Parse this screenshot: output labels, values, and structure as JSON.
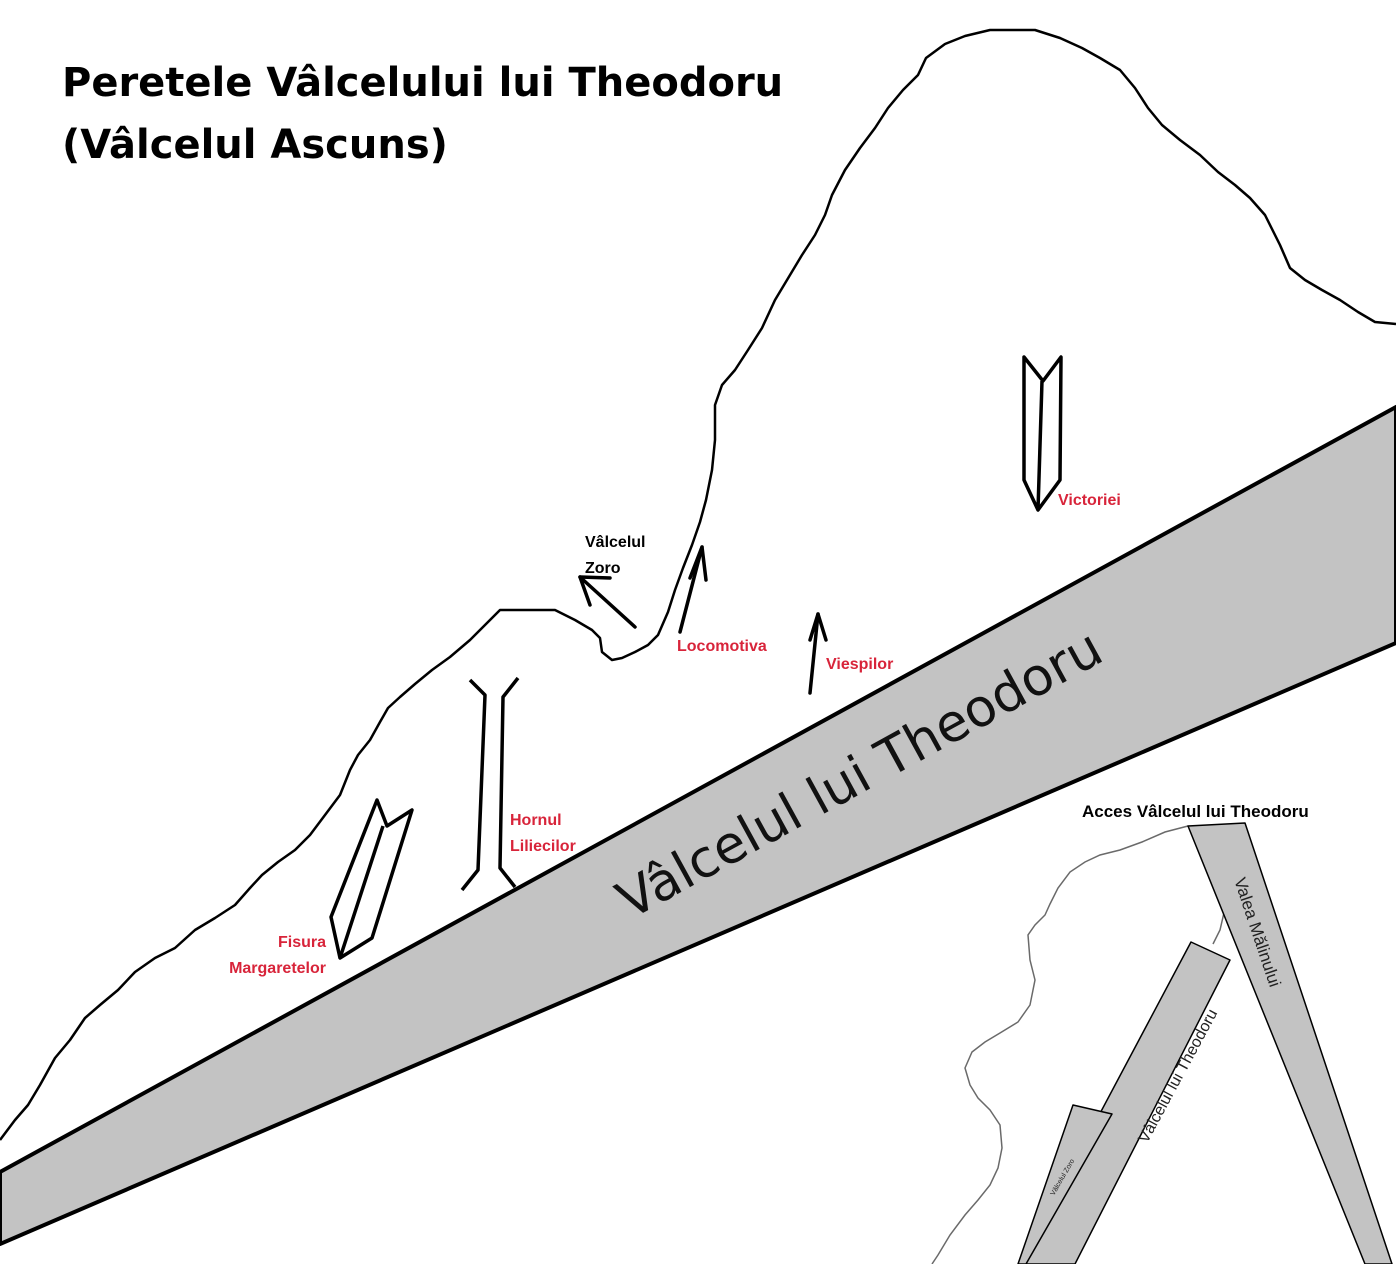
{
  "title_line1": "Peretele Vâlcelului lui Theodoru",
  "title_line2": "(Vâlcelul Ascuns)",
  "routes": {
    "zoro_line1": "Vâlcelul",
    "zoro_line2": "Zoro",
    "locomotiva": "Locomotiva",
    "viespilor": "Viespilor",
    "victoriei": "Victoriei",
    "hornul_line1": "Hornul",
    "hornul_line2": "Liliecilor",
    "fisura_line1": "Fisura",
    "fisura_line2": "Margaretelor"
  },
  "main_valley": "Vâlcelul lui Theodoru",
  "inset": {
    "title": "Acces Vâlcelul lui Theodoru",
    "valea": "Valea Mălinului",
    "theodoru": "Vâlcelul lui Theodoru",
    "zoro": "Vâlcelul Zoro"
  },
  "colors": {
    "band_fill": "#c3c3c3",
    "route_label": "#d8243a",
    "outline": "#000000",
    "inset_outline": "#6a6a6a"
  }
}
